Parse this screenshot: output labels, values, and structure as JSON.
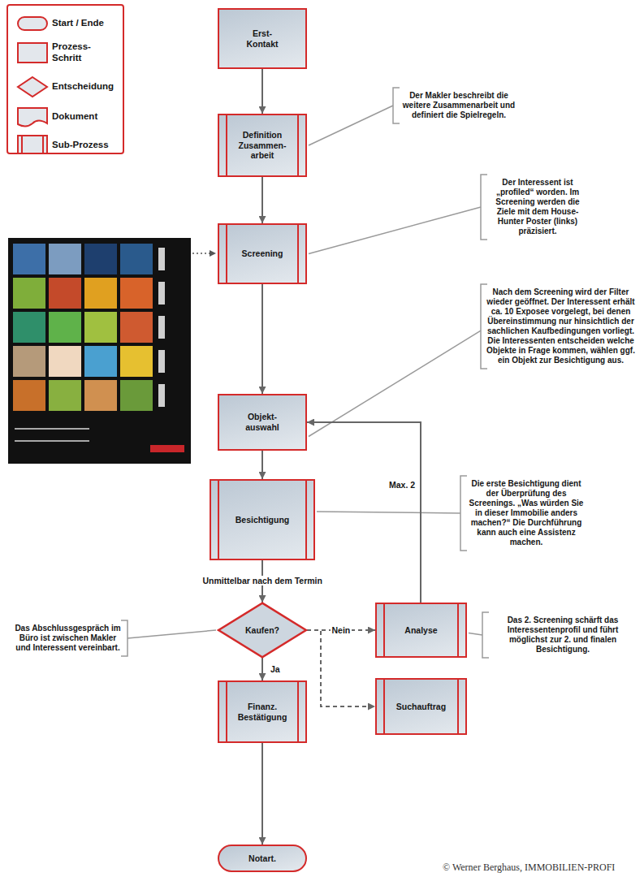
{
  "diagram": {
    "nodes": [
      {
        "text": [
          "Erst- Kontakt"
        ]
      },
      {
        "text": [
          "Definition Zusammen- arbeit"
        ]
      },
      {
        "text": [
          "Screening"
        ]
      },
      {
        "text": [
          "Objekt- auswahl"
        ]
      },
      {
        "text": [
          "Besichtigung"
        ]
      },
      {
        "text": [
          "Kaufen?"
        ]
      },
      {
        "text": [
          "Analyse"
        ]
      },
      {
        "text": [
          "Suchauftrag"
        ]
      },
      {
        "text": [
          "Finanz. Bestätigung"
        ]
      },
      {
        "text": [
          "Notart."
        ]
      }
    ],
    "edges": [
      {
        "from": 0,
        "to": 1,
        "arrow": "to"
      },
      {
        "from": 1,
        "to": 2,
        "arrow": "to"
      },
      {
        "from": 2,
        "to": 3,
        "arrow": "to"
      },
      {
        "from": 3,
        "to": 4,
        "arrow": "to"
      },
      {
        "from": 4,
        "to": 5,
        "arrow": "to",
        "label": "Unmittelbar nach dem Termin"
      },
      {
        "from": 5,
        "to": 6,
        "arrow": "to",
        "label": "Nein"
      },
      {
        "from": 5,
        "to": 7,
        "arrow": "to"
      },
      {
        "from": 6,
        "to": 3,
        "arrow": "to",
        "label": "Max. 2"
      },
      {
        "from": 5,
        "to": 8,
        "arrow": "to",
        "label": "Ja"
      },
      {
        "from": 8,
        "to": 9,
        "arrow": "to"
      }
    ],
    "labels": [
      "Der Makler beschreibt die weitere Zusammenarbeit und definiert die Spielregeln.",
      "Der Interessent ist „profiled“ worden. Im Screening werden die Ziele mit dem House-Hunter Poster (links) präzisiert.",
      "Nach dem Screening wird der Filter wieder geöffnet. Der Interessent erhält ca. 10 Exposee vorgelegt, bei denen Übereinstimmung nur hinsichtlich der sachlichen Kaufbedingungen vorliegt. Die Interessenten entscheiden welche Objekte in Frage kommen, wählen ggf. ein Objekt zur Besichtigung aus.",
      "Die erste Besichtigung dient der Überprüfung des Screenings. „Was würden Sie in dieser Immobilie anders machen?“ Die Durchführung kann auch eine Assistenz machen.",
      "Das Abschlussgespräch im Büro ist zwischen Makler und Interessent vereinbart.",
      "Das 2. Screening schärft das Interessentenprofil und führt möglichst zur 2. und finalen Besichtigung.",
      "© Werner Berghaus, IMMOBILIEN-PROFI"
    ],
    "legend": [
      {
        "text": "Start / Ende"
      },
      {
        "text": "Prozess- Schritt"
      },
      {
        "text": "Entscheidung"
      },
      {
        "text": "Dokument"
      },
      {
        "text": "Sub-Prozess"
      }
    ]
  }
}
